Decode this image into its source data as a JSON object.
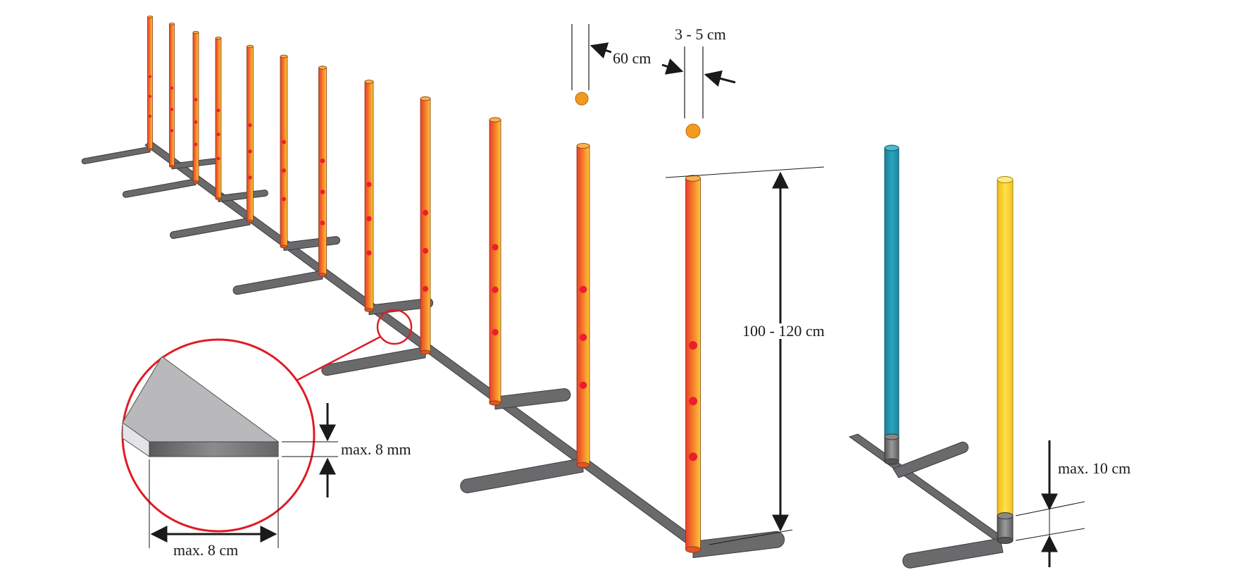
{
  "labels": {
    "spacing": "60 cm",
    "pole_diameter": "3 - 5 cm",
    "pole_height": "100 - 120 cm",
    "base_thickness": "max. 8 mm",
    "base_width": "max. 8 cm",
    "base_section_height": "max. 10 cm"
  },
  "colors": {
    "pole_orange": "#f39a1e",
    "pole_red": "#ec3b2a",
    "pole_yellow": "#f9d523",
    "pole_teal": "#1f8fa8",
    "base_gray": "#6a6a6c",
    "marker_red": "#ea1f2b",
    "callout_red": "#e01b24",
    "dimension_black": "#1a1a1a"
  },
  "weave_poles": {
    "count": 12,
    "style": "orange-red gradient with red dot markers"
  },
  "detail_poles": [
    {
      "color": "teal",
      "base_section": "gray"
    },
    {
      "color": "yellow",
      "base_section": "gray"
    }
  ]
}
